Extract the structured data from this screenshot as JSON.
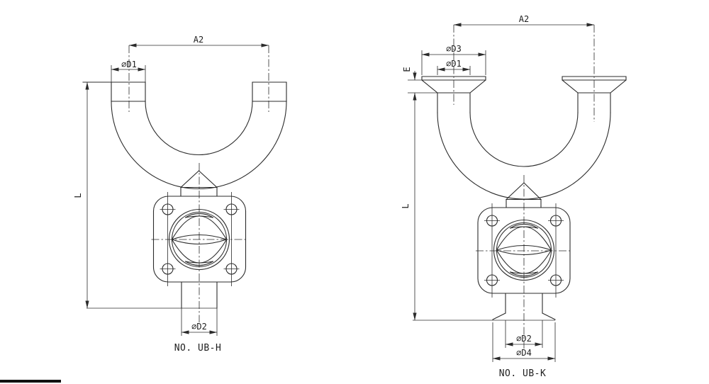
{
  "drawing": {
    "colors": {
      "background": "#ffffff",
      "line": "#2b2b2b"
    },
    "left_figure": {
      "caption": "NO. UB-H",
      "dims": {
        "a2": "A2",
        "d1": "⌀D1",
        "l": "L",
        "d2": "⌀D2"
      }
    },
    "right_figure": {
      "caption": "NO. UB-K",
      "dims": {
        "a2": "A2",
        "d3": "⌀D3",
        "d1": "⌀D1",
        "e": "E",
        "l": "L",
        "d2": "⌀D2",
        "d4": "⌀D4"
      }
    }
  }
}
